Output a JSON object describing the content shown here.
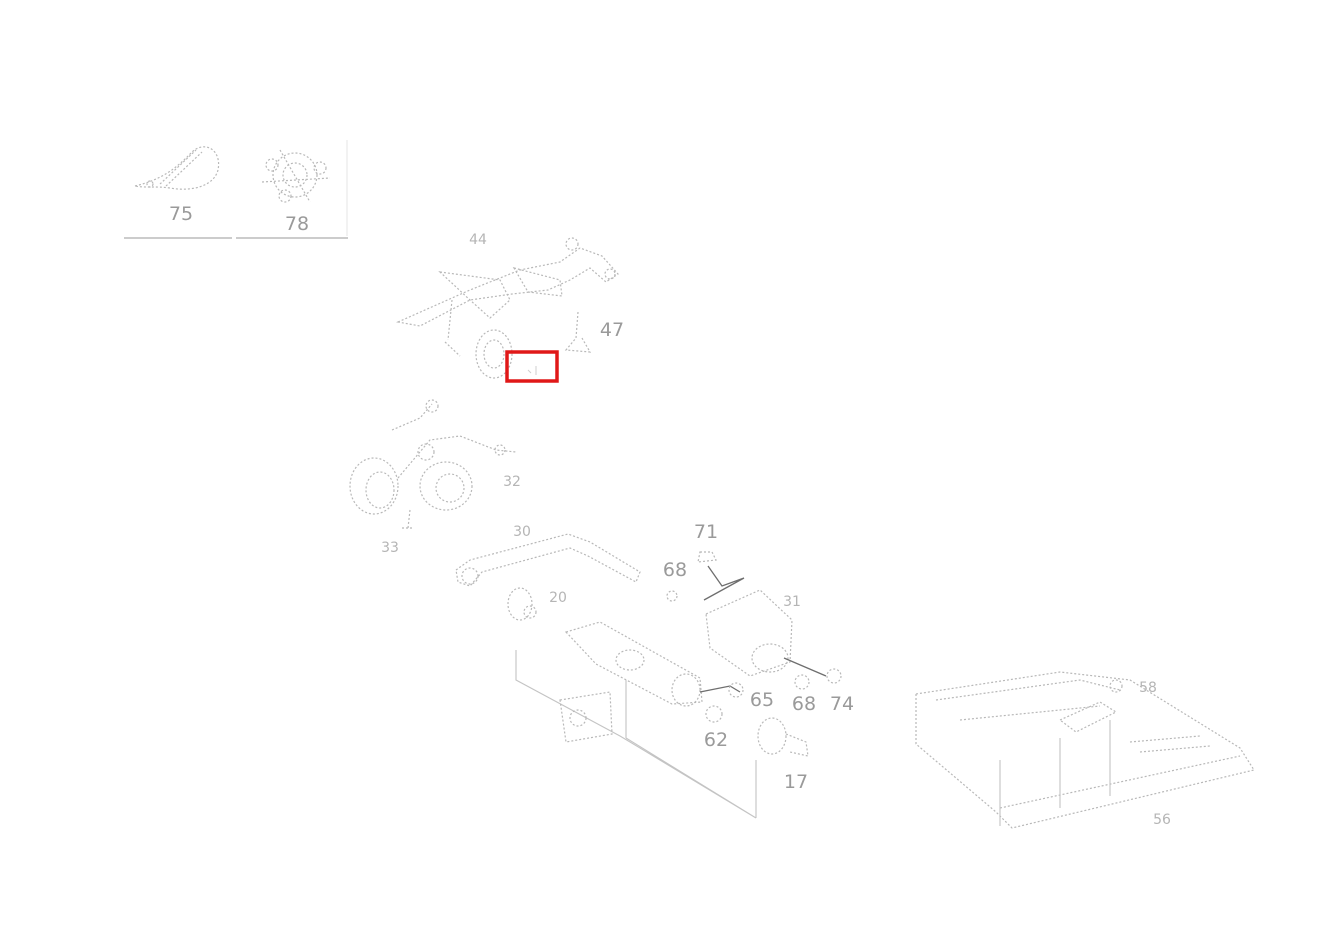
{
  "diagram": {
    "legend_items": [
      {
        "number": "75",
        "icon": "hose-clamp-icon"
      },
      {
        "number": "78",
        "icon": "gear-cluster-icon"
      }
    ],
    "callouts": {
      "c44": "44",
      "c47": "47",
      "c32": "32",
      "c33": "33",
      "c30": "30",
      "c71": "71",
      "c68a": "68",
      "c20": "20",
      "c31": "31",
      "c65": "65",
      "c68b": "68",
      "c74": "74",
      "c62": "62",
      "c17": "17",
      "c58": "58",
      "c56": "56"
    },
    "highlight": {
      "color": "#e01818",
      "callout": ""
    }
  }
}
